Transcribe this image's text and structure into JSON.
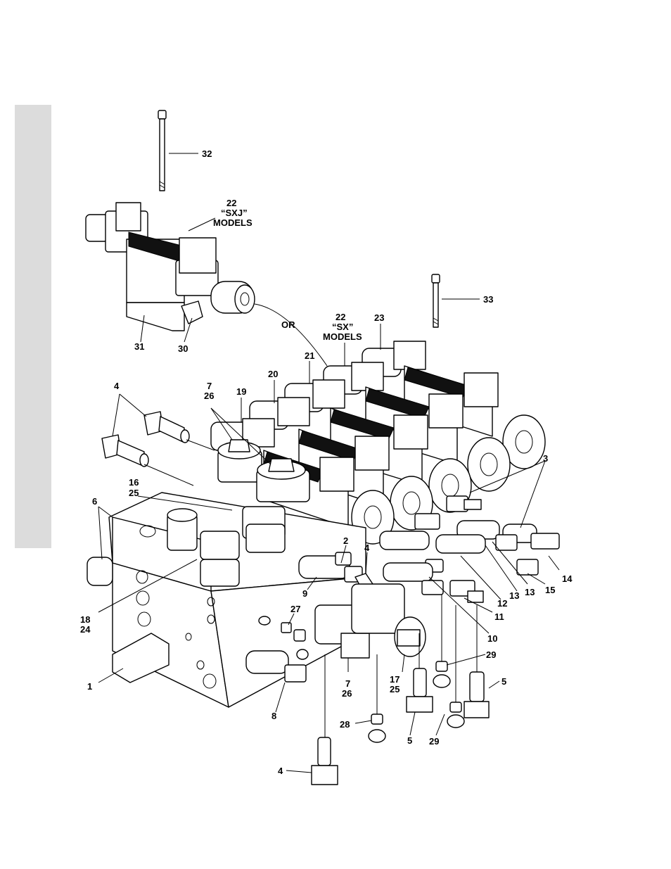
{
  "labels": {
    "l32": "32",
    "l22a": "22",
    "sxj": "“SXJ”",
    "models_a": "MODELS",
    "l33": "33",
    "or": "OR",
    "l22b": "22",
    "sx": "“SX”",
    "models_b": "MODELS",
    "l23": "23",
    "l31": "31",
    "l30": "30",
    "l21": "21",
    "l20": "20",
    "l19": "19",
    "l7a": "7",
    "l26a": "26",
    "l4a": "4",
    "l16": "16",
    "l25a": "25",
    "l6": "6",
    "l3": "3",
    "l2": "2",
    "l4b": "4",
    "l9": "9",
    "l14": "14",
    "l15": "15",
    "l13a": "13",
    "l13b": "13",
    "l12": "12",
    "l11": "11",
    "l10": "10",
    "l18": "18",
    "l24": "24",
    "l27": "27",
    "l1": "1",
    "l7b": "7",
    "l26b": "26",
    "l17": "17",
    "l25b": "25",
    "l29a": "29",
    "l5a": "5",
    "l8": "8",
    "l28": "28",
    "l5b": "5",
    "l29b": "29",
    "l4c": "4"
  }
}
